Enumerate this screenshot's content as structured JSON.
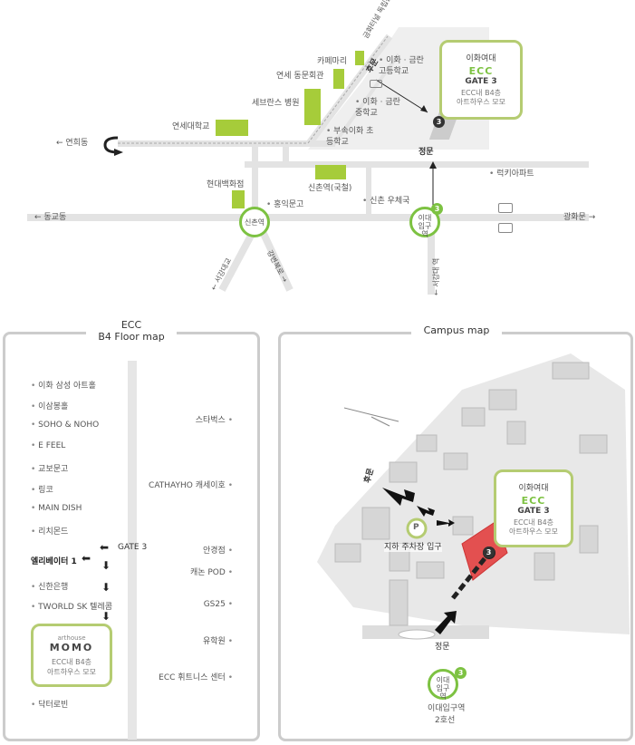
{
  "top_map": {
    "roads": {
      "yeonhuidong": "← 연희동",
      "donggyodong": "← 동교동",
      "gwanghwamun": "광화문 →",
      "geumhwa_tunnel": "금화터널 독립문사거리 →",
      "seogangdaegyo": "← 서강대교",
      "gangbyeonbukro": "강변북로 →",
      "seogang_yeok": "← 서강대 역"
    },
    "places": {
      "cafe_mari": "카페마리",
      "yonsei_alumni": "연세 동문회관",
      "severance": "세브란스 병원",
      "yonsei_univ": "연세대학교",
      "hyundai_dept": "현대백화점",
      "hongik_bookstore": "홍익문고",
      "sinchon_station_korail": "신촌역(국철)",
      "sinchon_post": "신촌 우체국",
      "lucky_apt": "럭키아파트",
      "ewha_geumran_high": "이화 · 금란 고등학교",
      "ewha_geumran_middle": "이화 · 금란 중학교",
      "elementary": "부속이화 초등학교",
      "back_gate": "후문",
      "main_gate": "정문"
    },
    "stations": {
      "sinchon": "신촌역",
      "ewha": "이대 입구역",
      "line": "3"
    },
    "ecc_box": {
      "line1": "이화여대",
      "line2": "ECC",
      "line3": "GATE 3",
      "line4": "ECC내 B4층",
      "line5": "아트하우스 모모"
    }
  },
  "floor_map": {
    "title_line1": "ECC",
    "title_line2": "B4 Floor map",
    "left_items": [
      "이화 삼성 아트홀",
      "이삼봉홀",
      "SOHO & NOHO",
      "E FEEL",
      "교보문고",
      "링코",
      "MAIN DISH",
      "리치몬드"
    ],
    "elevator": "엘리베이터 1",
    "gate": "GATE 3",
    "left_items2": [
      "신한은행",
      "TWORLD SK 텔레콤"
    ],
    "momo": {
      "small": "arthouse",
      "big": "MOMO",
      "line1": "ECC내 B4층",
      "line2": "아트하우스 모모"
    },
    "last_left": "닥터로빈",
    "right_items": [
      "스타벅스",
      "CATHAYHO 캐세이호",
      "안경점",
      "캐논 POD",
      "GS25",
      "유학원",
      "ECC 휘트니스 센터"
    ]
  },
  "campus_map": {
    "title": "Campus map",
    "back_gate": "후문",
    "parking": "지하 주차장 입구",
    "parking_icon": "P",
    "main_gate": "정문",
    "station": "이대 입구역",
    "station_caption_1": "이대입구역",
    "station_caption_2": "2호선",
    "line": "3",
    "ecc_box": {
      "line1": "이화여대",
      "line2": "ECC",
      "line3": "GATE 3",
      "line4": "ECC내 B4층",
      "line5": "아트하우스 모모"
    }
  },
  "colors": {
    "accent": "#7dc242",
    "frame": "#b5cc72",
    "road": "#e3e3e3"
  }
}
